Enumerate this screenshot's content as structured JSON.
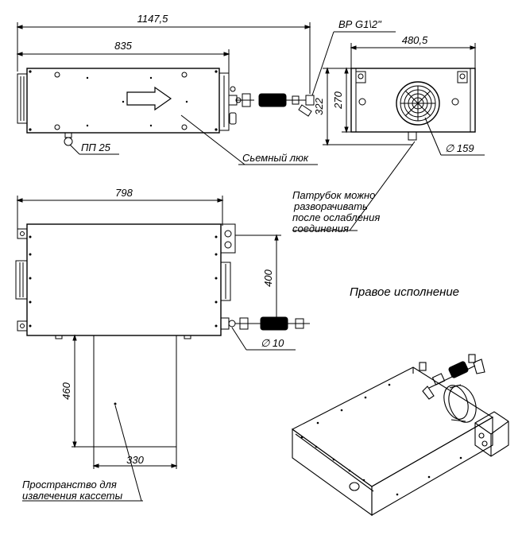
{
  "dimensions": {
    "overall_length": "1147,5",
    "body_length": "835",
    "depth": "480,5",
    "height_322": "322",
    "height_270": "270",
    "plan_length": "798",
    "pipe_offset": "400",
    "service_space": "460",
    "service_width": "330"
  },
  "labels": {
    "thread": "ВР G1\\2\"",
    "drain": "ПП 25",
    "hatch": "Сьемный люк",
    "duct_diameter": "∅ 159",
    "pipe_diameter": "∅ 10",
    "nozzle_line1": "Патрубок можно",
    "nozzle_line2": "разворачивать",
    "nozzle_line3": "после ослабления",
    "nozzle_line4": "соединения",
    "version": "Правое исполнение",
    "space_line1": "Пространство для",
    "space_line2": "извлечения кассеты"
  }
}
